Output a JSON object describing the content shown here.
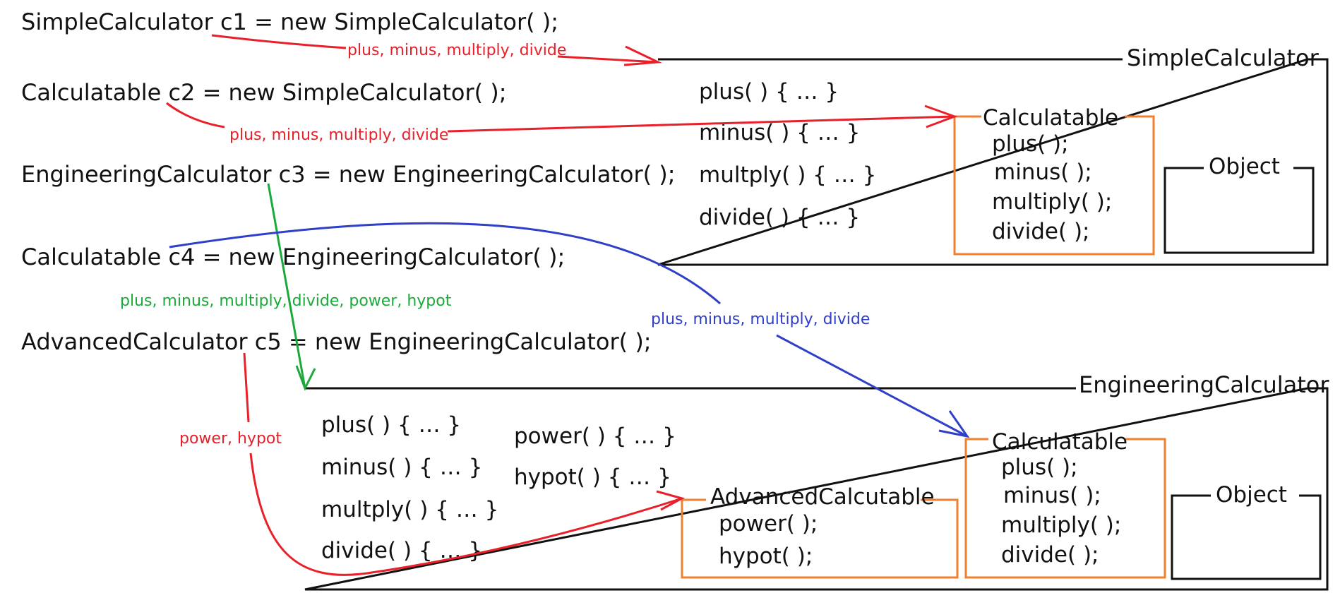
{
  "statements": [
    "SimpleCalculator c1 = new SimpleCalculator( );",
    "Calculatable c2 = new SimpleCalculator( );",
    "EngineeringCalculator c3 = new EngineeringCalculator( );",
    "Calculatable c4 = new EngineeringCalculator( );",
    "AdvancedCalculator c5 = new EngineeringCalculator( );"
  ],
  "simple": {
    "title": "SimpleCalculator",
    "methods": [
      "plus( ) { … }",
      "minus( ) { … }",
      "multply( ) { … }",
      "divide( ) { … }"
    ],
    "iface_title": "Calculatable",
    "iface_methods": [
      "plus( );",
      "minus( );",
      "multiply( );",
      "divide( );"
    ],
    "object_title": "Object"
  },
  "engineering": {
    "title": "EngineeringCalculator",
    "methods": [
      "plus( ) { … }",
      "minus( ) { … }",
      "multply( ) { … }",
      "divide( ) { … }"
    ],
    "extra_methods": [
      "power( ) { … }",
      "hypot( ) { … }"
    ],
    "adv_title": "AdvancedCalcutable",
    "adv_methods": [
      "power( );",
      "hypot( );"
    ],
    "iface_title": "Calculatable",
    "iface_methods": [
      "plus( );",
      "minus( );",
      "multiply( );",
      "divide( );"
    ],
    "object_title": "Object"
  },
  "arrow_labels": {
    "c1": "plus, minus, multiply, divide",
    "c2": "plus, minus, multiply, divide",
    "c3": "plus, minus, multiply, divide, power, hypot",
    "c4": "plus, minus, multiply, divide",
    "c5": "power, hypot"
  },
  "colors": {
    "red": "#e8202a",
    "green": "#1aaa3a",
    "blue": "#2f3fc8",
    "orange": "#f08030",
    "box": "#111111"
  }
}
